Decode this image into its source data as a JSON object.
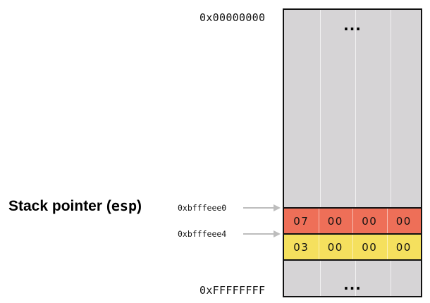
{
  "diagram": {
    "top_address": "0x00000000",
    "bottom_address": "0xFFFFFFFF",
    "top_ellipsis": "...",
    "bottom_ellipsis": "...",
    "stack_pointer": {
      "label_text": "Stack pointer (",
      "register": "esp",
      "label_close": ")"
    },
    "addresses": [
      "0xbfffeee0",
      "0xbfffeee4"
    ],
    "rows": [
      {
        "color": "#ee6f58",
        "bytes": [
          "07",
          "00",
          "00",
          "00"
        ]
      },
      {
        "color": "#f5e05e",
        "bytes": [
          "03",
          "00",
          "00",
          "00"
        ]
      }
    ],
    "colors": {
      "memory_background": "#d6d4d6",
      "arrow": "#bdbdbd"
    }
  }
}
